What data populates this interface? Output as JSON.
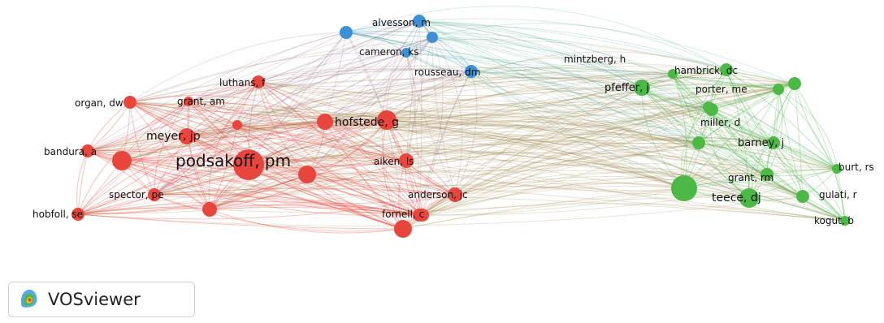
{
  "clusters": {
    "red": "#e8453c",
    "green": "#4cb845",
    "blue": "#3d8fd6"
  },
  "nodes": [
    {
      "id": "podsakoff",
      "label": "podsakoff, pm",
      "cluster": "red",
      "weight": 5
    },
    {
      "id": "meyer",
      "label": "meyer, jp",
      "cluster": "red",
      "weight": 3
    },
    {
      "id": "hofstede",
      "label": "hofstede, g",
      "cluster": "red",
      "weight": 3
    },
    {
      "id": "luthans",
      "label": "luthans, f",
      "cluster": "red",
      "weight": 2
    },
    {
      "id": "organ",
      "label": "organ, dw",
      "cluster": "red",
      "weight": 2
    },
    {
      "id": "grant_am",
      "label": "grant, am",
      "cluster": "red",
      "weight": 2
    },
    {
      "id": "bandura",
      "label": "bandura, a",
      "cluster": "red",
      "weight": 2
    },
    {
      "id": "aiken",
      "label": "aiken, ls",
      "cluster": "red",
      "weight": 2
    },
    {
      "id": "spector",
      "label": "spector, pe",
      "cluster": "red",
      "weight": 2
    },
    {
      "id": "hobfoll",
      "label": "hobfoll, se",
      "cluster": "red",
      "weight": 2
    },
    {
      "id": "anderson",
      "label": "anderson, jc",
      "cluster": "red",
      "weight": 2
    },
    {
      "id": "fornell",
      "label": "fornell, c",
      "cluster": "red",
      "weight": 2
    },
    {
      "id": "alvesson",
      "label": "alvesson, m",
      "cluster": "blue",
      "weight": 2
    },
    {
      "id": "cameron",
      "label": "cameron, ks",
      "cluster": "blue",
      "weight": 1
    },
    {
      "id": "rousseau",
      "label": "rousseau, dm",
      "cluster": "blue",
      "weight": 2
    },
    {
      "id": "mintzberg",
      "label": "mintzberg, h",
      "cluster": "green",
      "weight": 1
    },
    {
      "id": "hambrick",
      "label": "hambrick, dc",
      "cluster": "green",
      "weight": 2
    },
    {
      "id": "pfeffer",
      "label": "pfeffer, j",
      "cluster": "green",
      "weight": 2
    },
    {
      "id": "porter",
      "label": "porter, me",
      "cluster": "green",
      "weight": 2
    },
    {
      "id": "miller",
      "label": "miller, d",
      "cluster": "green",
      "weight": 2
    },
    {
      "id": "barney",
      "label": "barney, j",
      "cluster": "green",
      "weight": 2
    },
    {
      "id": "grant_rm",
      "label": "grant, rm",
      "cluster": "green",
      "weight": 2
    },
    {
      "id": "burt",
      "label": "burt, rs",
      "cluster": "green",
      "weight": 1
    },
    {
      "id": "teece",
      "label": "teece, dj",
      "cluster": "green",
      "weight": 3
    },
    {
      "id": "gulati",
      "label": "gulati, r",
      "cluster": "green",
      "weight": 2
    },
    {
      "id": "kogut",
      "label": "kogut, b",
      "cluster": "green",
      "weight": 2
    }
  ],
  "branding": {
    "app_name": "VOSviewer",
    "logo_icon": "vosviewer-logo-icon"
  }
}
